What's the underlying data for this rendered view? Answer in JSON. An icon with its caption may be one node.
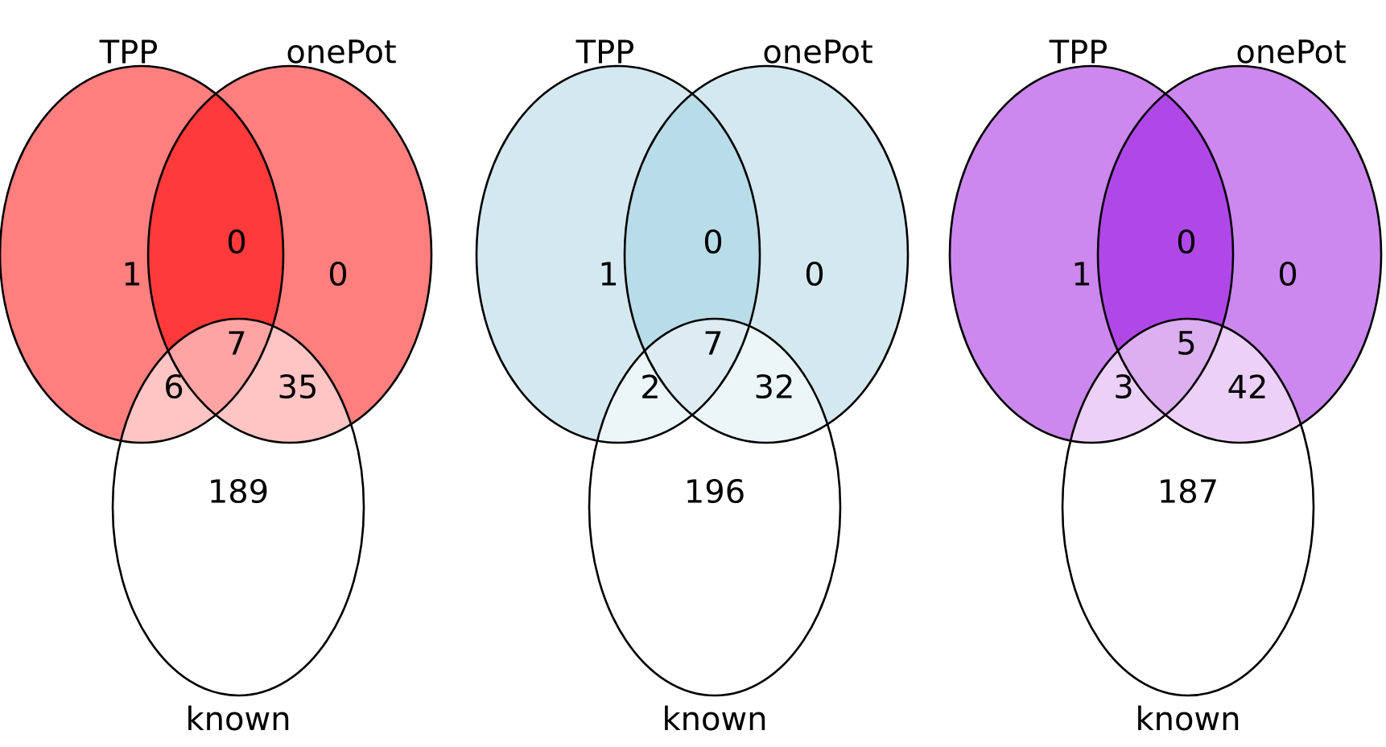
{
  "diagram": {
    "nodes": [
      {
        "text": [
          "TPP"
        ]
      },
      {
        "text": [
          "onePot"
        ]
      },
      {
        "text": [
          "known"
        ]
      },
      {
        "text": [
          "TPP"
        ]
      },
      {
        "text": [
          "onePot"
        ]
      },
      {
        "text": [
          "known"
        ]
      },
      {
        "text": [
          "TPP"
        ]
      },
      {
        "text": [
          "onePot"
        ]
      },
      {
        "text": [
          "known"
        ]
      }
    ],
    "labels": [
      "0",
      "1",
      "0",
      "7",
      "6",
      "35",
      "189",
      "0",
      "1",
      "0",
      "7",
      "2",
      "32",
      "196",
      "0",
      "1",
      "0",
      "5",
      "3",
      "42",
      "187"
    ]
  }
}
